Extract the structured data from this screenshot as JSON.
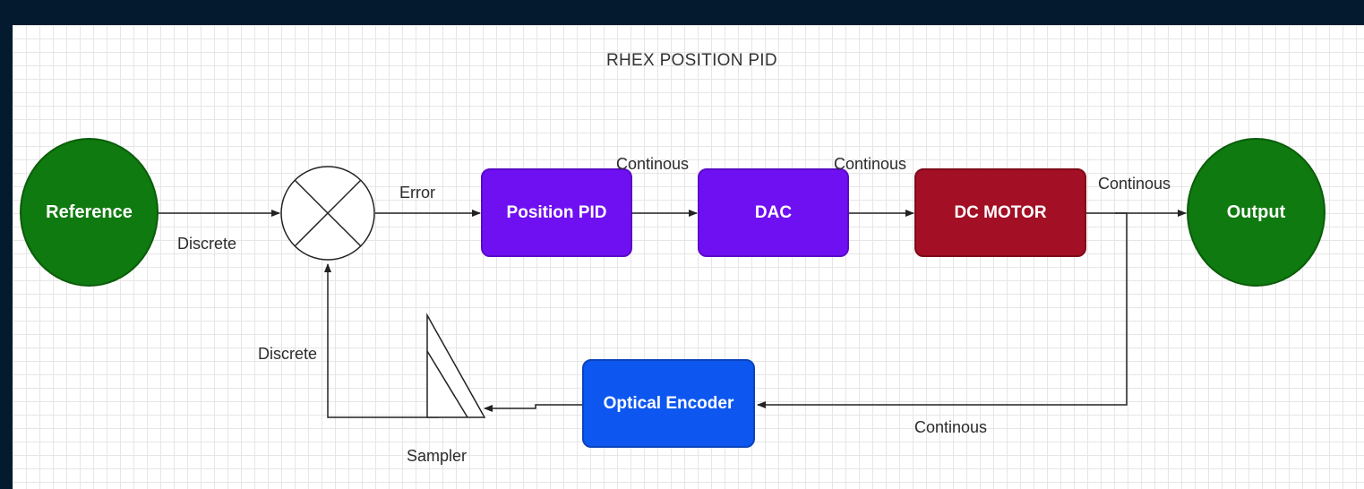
{
  "diagram": {
    "title": "RHEX POSITION PID",
    "nodes": {
      "reference": "Reference",
      "position_pid": "Position PID",
      "dac": "DAC",
      "dc_motor": "DC MOTOR",
      "output": "Output",
      "optical_encoder": "Optical Encoder"
    },
    "edge_labels": {
      "ref_to_sum": "Discrete",
      "sum_to_pid": "Error",
      "pid_to_dac": "Continous",
      "dac_to_motor": "Continous",
      "motor_to_output": "Continous",
      "motor_to_encoder": "Continous",
      "feedback_to_sum": "Discrete",
      "sampler": "Sampler"
    },
    "colors": {
      "node_green": "#0f7a0f",
      "node_purple": "#6f10f2",
      "node_red": "#a30f24",
      "node_blue": "#0d57f0"
    }
  }
}
